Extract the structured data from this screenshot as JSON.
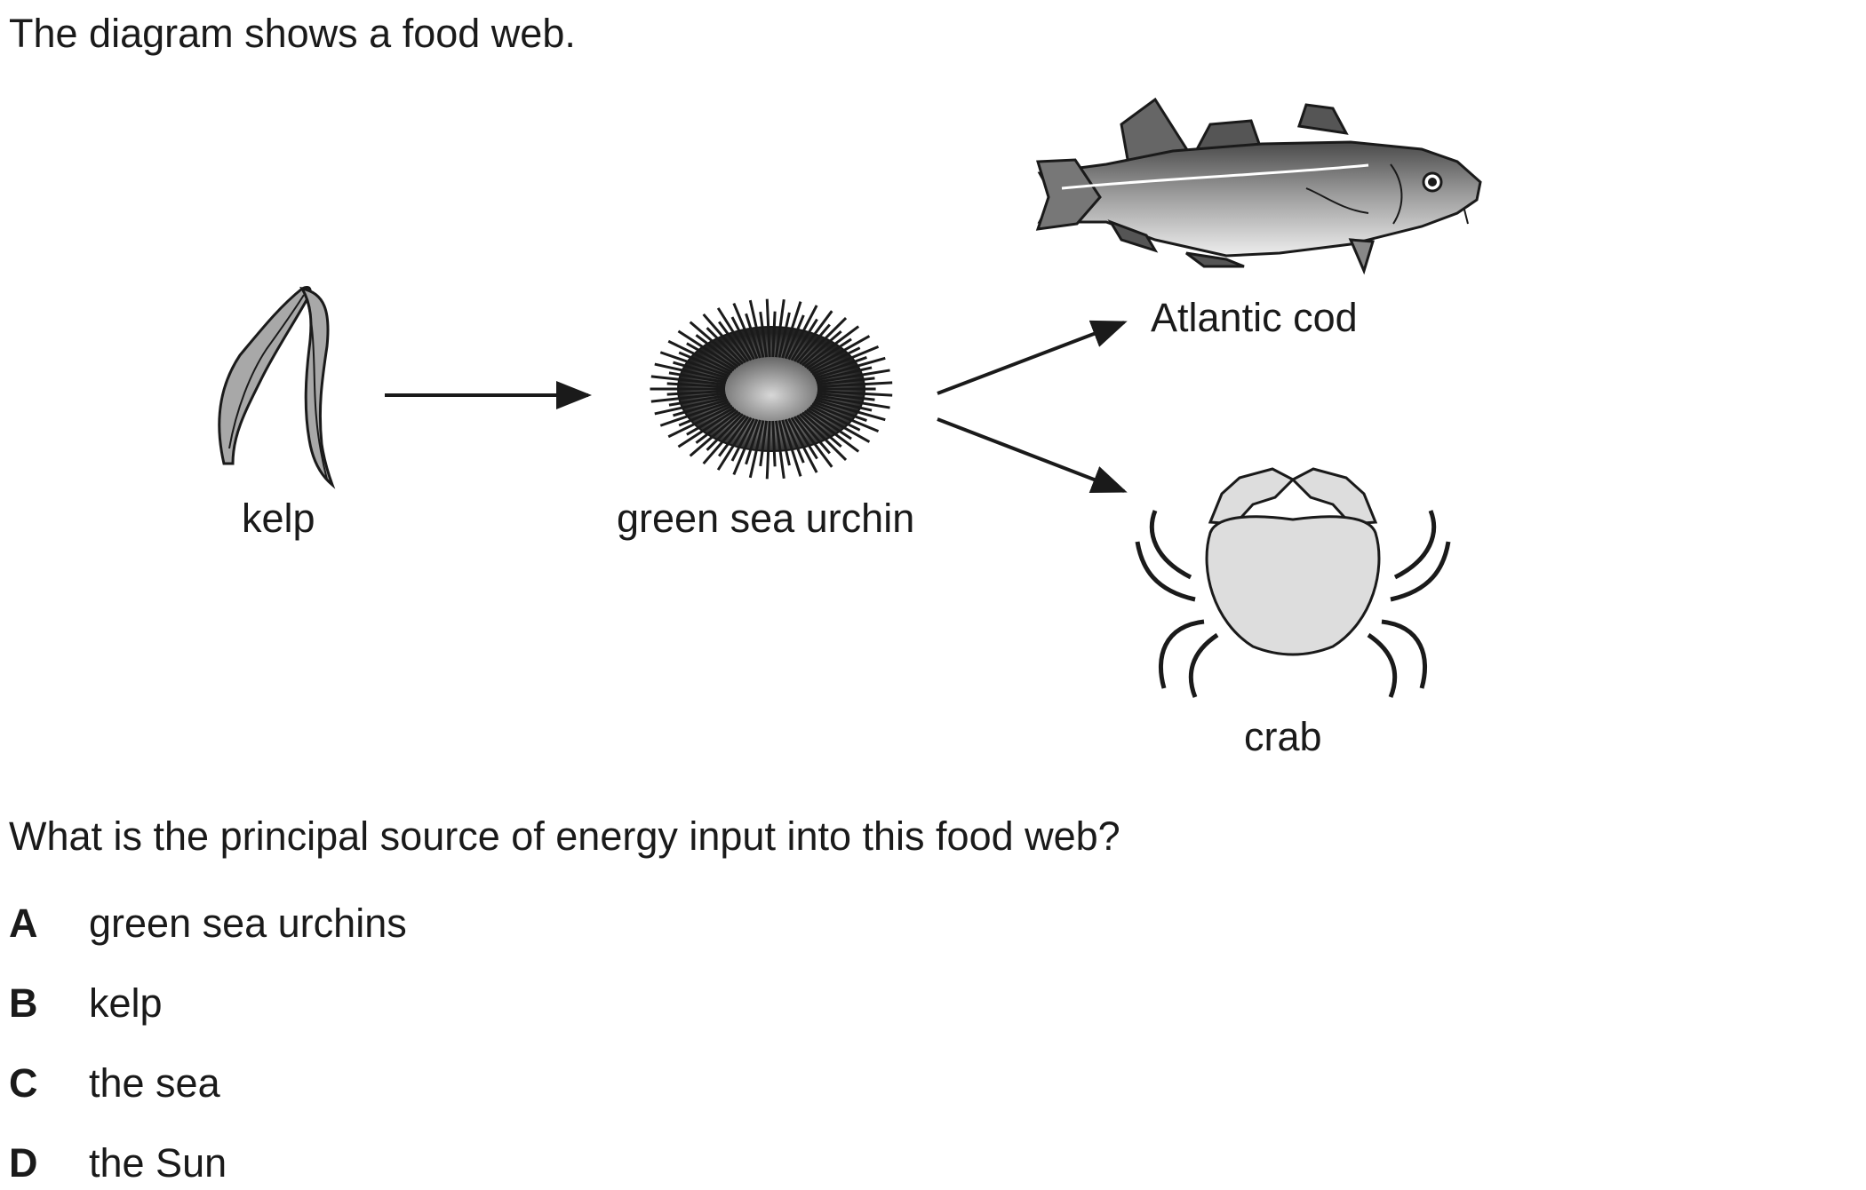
{
  "intro": "The diagram shows a food web.",
  "organisms": {
    "kelp": "kelp",
    "urchin": "green sea urchin",
    "cod": "Atlantic cod",
    "crab": "crab"
  },
  "question": "What is the principal source of energy input into this food web?",
  "options": [
    {
      "letter": "A",
      "text": "green sea urchins"
    },
    {
      "letter": "B",
      "text": "kelp"
    },
    {
      "letter": "C",
      "text": "the sea"
    },
    {
      "letter": "D",
      "text": "the Sun"
    }
  ]
}
